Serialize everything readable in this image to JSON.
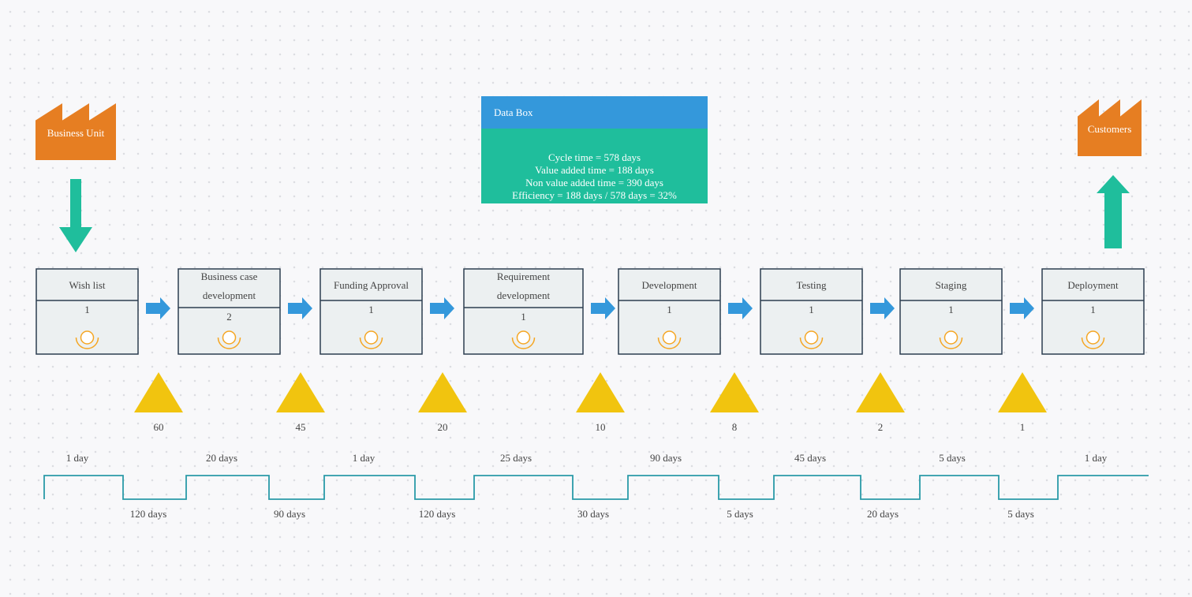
{
  "colors": {
    "factory": "#e67e22",
    "green_arrow": "#1fbe9c",
    "blue_arrow": "#3498db",
    "triangle": "#f1c40f",
    "box_fill": "#ecf0f1",
    "box_stroke": "#2c3e50",
    "timeline": "#2a9aa8",
    "operator": "#f5a623"
  },
  "supplier": {
    "label": "Business Unit",
    "icon": "factory-icon"
  },
  "customer": {
    "label": "Customers",
    "icon": "factory-icon"
  },
  "data_box": {
    "title": "Data Box",
    "lines": [
      "Cycle time = 578 days",
      "Value added time = 188 days",
      "Non value added time =  390 days",
      "Efficiency = 188 days / 578 days = 32%"
    ]
  },
  "processes": [
    {
      "name": "Wish list",
      "operators": "1"
    },
    {
      "name": "Business case development",
      "operators": "2"
    },
    {
      "name": "Funding Approval",
      "operators": "1"
    },
    {
      "name": "Requirement development",
      "operators": "1"
    },
    {
      "name": "Development",
      "operators": "1"
    },
    {
      "name": "Testing",
      "operators": "1"
    },
    {
      "name": "Staging",
      "operators": "1"
    },
    {
      "name": "Deployment",
      "operators": "1"
    }
  ],
  "inventory": [
    "60",
    "45",
    "20",
    "10",
    "8",
    "2",
    "1"
  ],
  "value_added_times": [
    "1 day",
    "20 days",
    "1 day",
    "25 days",
    "90 days",
    "45 days",
    "5 days",
    "1 day"
  ],
  "wait_times": [
    "120 days",
    "90 days",
    "120 days",
    "30 days",
    "5 days",
    "20 days",
    "5 days"
  ]
}
